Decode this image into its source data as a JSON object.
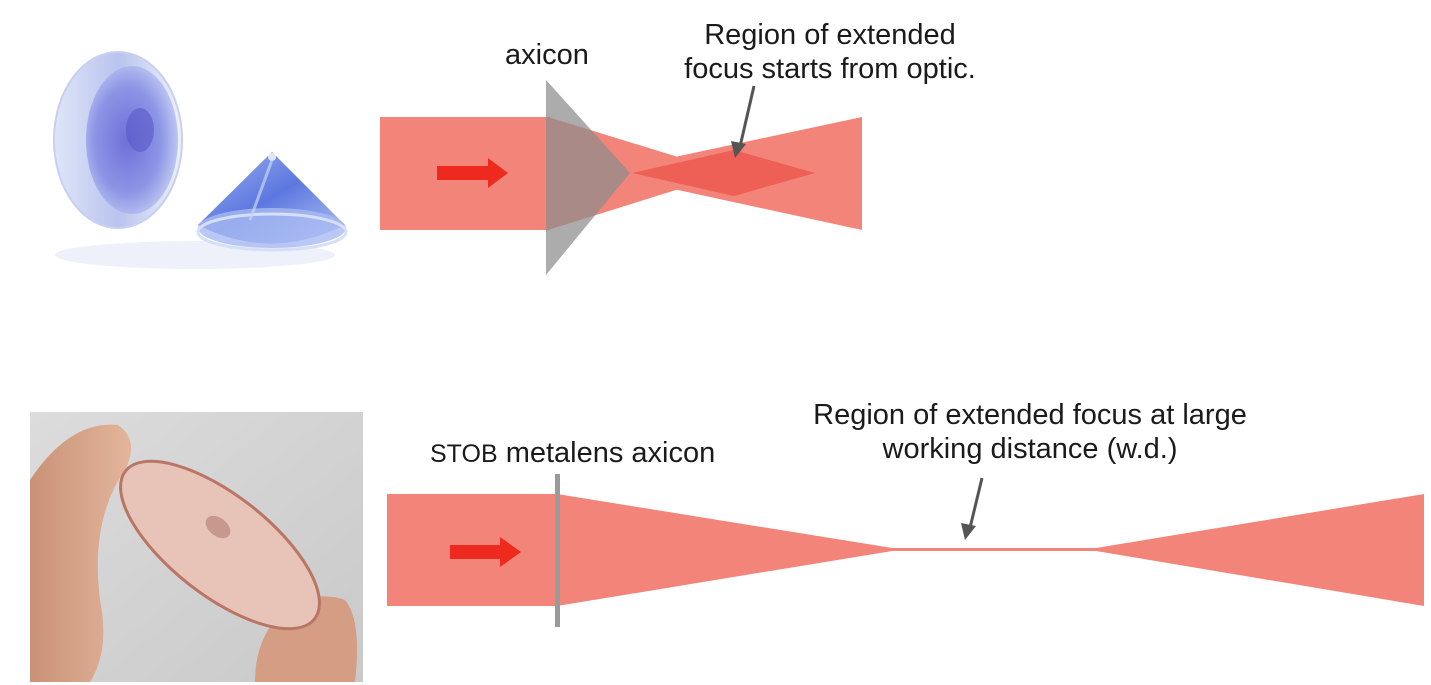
{
  "top": {
    "optic_label": "axicon",
    "region_label_line1": "Region of extended",
    "region_label_line2": "focus starts from optic.",
    "beam_color": "#f28479",
    "overlap_color": "#ee5f55",
    "arrow_color": "#ee2a1e",
    "optic_color": "#8c8c8c"
  },
  "bottom": {
    "optic_label_prefix": "STOB",
    "optic_label": "metalens axicon",
    "region_label_line1": "Region of extended focus at large",
    "region_label_line2": "working distance (w.d.)",
    "beam_color": "#f28479",
    "arrow_color": "#ee2a1e",
    "optic_color": "#9a9a9a"
  },
  "icons": {
    "top_photo": "axicon-lens-photo",
    "bottom_photo": "metalens-in-fingers-photo"
  }
}
